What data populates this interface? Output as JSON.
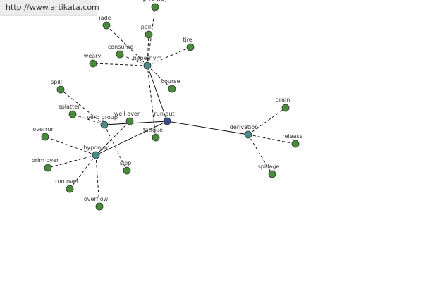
{
  "banner": {
    "url": "http://www.artikata.com"
  },
  "colors": {
    "center": "#3a4a8a",
    "relation": "#4a8a8c",
    "leaf": "#4a8a3c",
    "edge": "#000000"
  },
  "graph": {
    "nodes": [
      {
        "id": "run_out",
        "label": "run out",
        "kind": "center"
      },
      {
        "id": "hypernym",
        "label": "hypernym",
        "kind": "relation"
      },
      {
        "id": "verb_group",
        "label": "verb group",
        "kind": "relation"
      },
      {
        "id": "hyponym",
        "label": "hyponym",
        "kind": "relation"
      },
      {
        "id": "derivation",
        "label": "derivation",
        "kind": "relation"
      },
      {
        "id": "give_way",
        "label": "give way",
        "kind": "leaf"
      },
      {
        "id": "jade",
        "label": "jade",
        "kind": "leaf"
      },
      {
        "id": "pall",
        "label": "pall",
        "kind": "leaf"
      },
      {
        "id": "tire",
        "label": "tire",
        "kind": "leaf"
      },
      {
        "id": "consume",
        "label": "consume",
        "kind": "leaf"
      },
      {
        "id": "weary",
        "label": "weary",
        "kind": "leaf"
      },
      {
        "id": "course",
        "label": "course",
        "kind": "leaf"
      },
      {
        "id": "spill",
        "label": "spill",
        "kind": "leaf"
      },
      {
        "id": "splatter",
        "label": "splatter",
        "kind": "leaf"
      },
      {
        "id": "well_over",
        "label": "well over",
        "kind": "leaf"
      },
      {
        "id": "fatigue",
        "label": "fatigue",
        "kind": "leaf"
      },
      {
        "id": "overrun",
        "label": "overrun",
        "kind": "leaf"
      },
      {
        "id": "slop",
        "label": "slop",
        "kind": "leaf"
      },
      {
        "id": "brim_over",
        "label": "brim over",
        "kind": "leaf"
      },
      {
        "id": "run_over",
        "label": "run over",
        "kind": "leaf"
      },
      {
        "id": "overflow",
        "label": "overflow",
        "kind": "leaf"
      },
      {
        "id": "drain",
        "label": "drain",
        "kind": "leaf"
      },
      {
        "id": "release",
        "label": "release",
        "kind": "leaf"
      },
      {
        "id": "spillage",
        "label": "spillage",
        "kind": "leaf"
      }
    ],
    "edges": [
      {
        "from": "run_out",
        "to": "hypernym",
        "style": "solid"
      },
      {
        "from": "run_out",
        "to": "verb_group",
        "style": "solid"
      },
      {
        "from": "run_out",
        "to": "hyponym",
        "style": "solid"
      },
      {
        "from": "run_out",
        "to": "derivation",
        "style": "solid"
      },
      {
        "from": "hypernym",
        "to": "give_way",
        "style": "dashed"
      },
      {
        "from": "hypernym",
        "to": "jade",
        "style": "dashed"
      },
      {
        "from": "hypernym",
        "to": "pall",
        "style": "dashed"
      },
      {
        "from": "hypernym",
        "to": "tire",
        "style": "dashed"
      },
      {
        "from": "hypernym",
        "to": "consume",
        "style": "dashed"
      },
      {
        "from": "hypernym",
        "to": "weary",
        "style": "dashed"
      },
      {
        "from": "hypernym",
        "to": "course",
        "style": "dashed"
      },
      {
        "from": "hypernym",
        "to": "fatigue",
        "style": "dashed"
      },
      {
        "from": "verb_group",
        "to": "spill",
        "style": "dashed"
      },
      {
        "from": "verb_group",
        "to": "splatter",
        "style": "dashed"
      },
      {
        "from": "verb_group",
        "to": "slop",
        "style": "dashed"
      },
      {
        "from": "hyponym",
        "to": "well_over",
        "style": "dashed"
      },
      {
        "from": "hyponym",
        "to": "overrun",
        "style": "dashed"
      },
      {
        "from": "hyponym",
        "to": "brim_over",
        "style": "dashed"
      },
      {
        "from": "hyponym",
        "to": "run_over",
        "style": "dashed"
      },
      {
        "from": "hyponym",
        "to": "overflow",
        "style": "dashed"
      },
      {
        "from": "derivation",
        "to": "drain",
        "style": "dashed"
      },
      {
        "from": "derivation",
        "to": "release",
        "style": "dashed"
      },
      {
        "from": "derivation",
        "to": "spillage",
        "style": "dashed"
      }
    ]
  }
}
